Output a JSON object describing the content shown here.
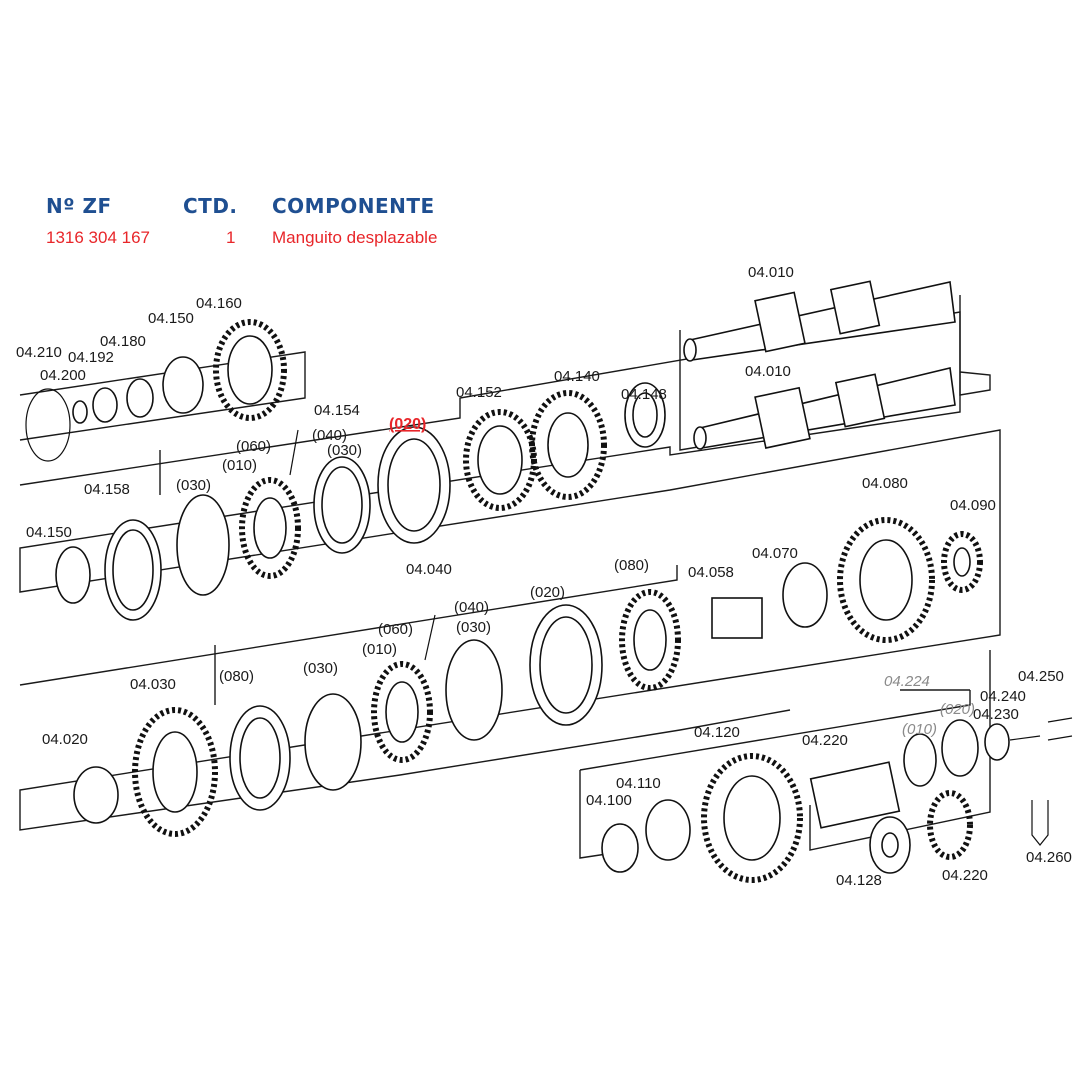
{
  "header": {
    "col_number": "Nº ZF",
    "col_qty": "CTD.",
    "col_component": "COMPONENTE"
  },
  "row": {
    "number": "1316 304 167",
    "qty": "1",
    "component": "Manguito desplazable"
  },
  "highlight_label": "(020)",
  "labels": {
    "l04010a": "04.010",
    "l04010b": "04.010",
    "l04160": "04.160",
    "l04150a": "04.150",
    "l04180": "04.180",
    "l04192": "04.192",
    "l04210": "04.210",
    "l04200": "04.200",
    "l04154": "04.154",
    "l04152": "04.152",
    "l04140": "04.140",
    "l04148": "04.148",
    "l04158": "04.158",
    "l04150b": "04.150",
    "u030a": "(030)",
    "u060a": "(060)",
    "u040a": "(040)",
    "u010a": "(010)",
    "u030b": "(030)",
    "l04080": "04.080",
    "l04090": "04.090",
    "l04040": "04.040",
    "u020b": "(020)",
    "u080a": "(080)",
    "l04058": "04.058",
    "l04070": "04.070",
    "l04030": "04.030",
    "u080b": "(080)",
    "u030c": "(030)",
    "u060b": "(060)",
    "u040b": "(040)",
    "u010b": "(010)",
    "u030d": "(030)",
    "l04020": "04.020",
    "l04224": "04.224",
    "l04250": "04.250",
    "l04240": "04.240",
    "l04230": "04.230",
    "u010c": "(010)",
    "u020c": "(020)",
    "l04120": "04.120",
    "l04220a": "04.220",
    "l04110": "04.110",
    "l04100": "04.100",
    "l04128": "04.128",
    "l04220b": "04.220",
    "l04260": "04.260"
  }
}
